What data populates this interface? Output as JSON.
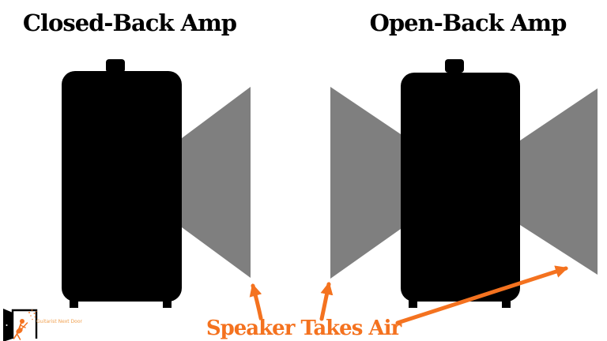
{
  "titles": {
    "closed": "Closed-Back Amp",
    "open": "Open-Back Amp"
  },
  "caption": {
    "label": "Speaker Takes Air"
  },
  "logo": {
    "name": "Guitarist Next Door"
  },
  "icons": {
    "logo": "open-door-with-guitarist-icon",
    "air_cone": "gray-trapezoid-sound-wave",
    "pointer": "orange-arrow"
  },
  "colors": {
    "bg": "#ffffff",
    "title": "#000000",
    "amp": "#000000",
    "air": "#7f7f7f",
    "accent": "#f4721f",
    "logotext": "#f0a050"
  },
  "diagram": {
    "closed_amp": {
      "title": "Closed-Back Amp",
      "air_cones": [
        "front"
      ]
    },
    "open_amp": {
      "title": "Open-Back Amp",
      "air_cones": [
        "back",
        "front"
      ]
    },
    "annotation": "Speaker Takes Air"
  }
}
